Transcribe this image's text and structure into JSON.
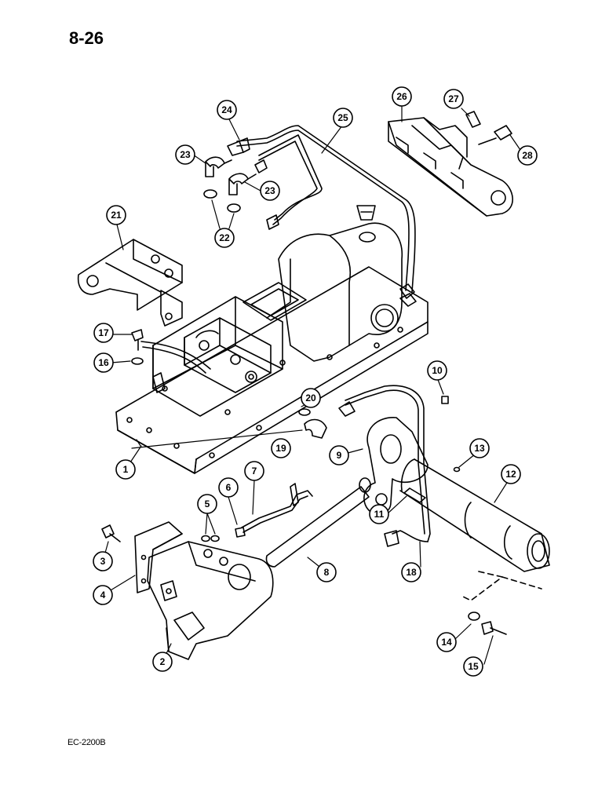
{
  "page_number": "8-26",
  "figure_code": "EC-2200B",
  "callouts": [
    "1",
    "2",
    "3",
    "4",
    "5",
    "6",
    "7",
    "8",
    "9",
    "10",
    "11",
    "12",
    "13",
    "14",
    "15",
    "16",
    "17",
    "18",
    "19",
    "20",
    "21",
    "22",
    "23",
    "23",
    "24",
    "25",
    "26",
    "27",
    "28"
  ]
}
